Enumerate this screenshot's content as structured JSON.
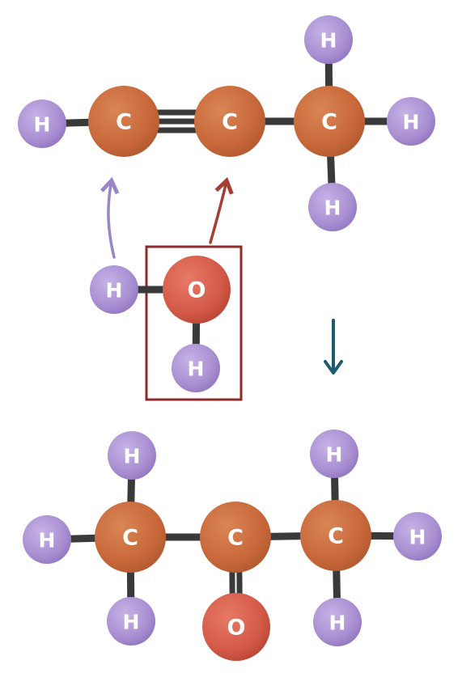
{
  "colors": {
    "carbon": "#c8683b",
    "oxygen": "#d45a48",
    "hydrogen": "#a98fd2",
    "bond": "#3a3a3a",
    "box": "#8e2a2a",
    "arrow_h": "#9a86c6",
    "arrow_o": "#a53d34",
    "reaction_arrow": "#1e5a73"
  },
  "labels": {
    "carbon": "C",
    "oxygen": "O",
    "hydrogen": "H"
  },
  "propyne": {
    "atoms": [
      {
        "element": "H",
        "name": "propyne-h1"
      },
      {
        "element": "C",
        "name": "propyne-c1"
      },
      {
        "element": "C",
        "name": "propyne-c2"
      },
      {
        "element": "C",
        "name": "propyne-c3"
      },
      {
        "element": "H",
        "name": "propyne-h-top"
      },
      {
        "element": "H",
        "name": "propyne-h-right"
      },
      {
        "element": "H",
        "name": "propyne-h-bottom"
      }
    ],
    "bonds": [
      {
        "from": 0,
        "to": 1,
        "order": 1
      },
      {
        "from": 1,
        "to": 2,
        "order": 3
      },
      {
        "from": 2,
        "to": 3,
        "order": 1
      },
      {
        "from": 3,
        "to": 4,
        "order": 1
      },
      {
        "from": 3,
        "to": 5,
        "order": 1
      },
      {
        "from": 3,
        "to": 6,
        "order": 1
      }
    ]
  },
  "water": {
    "atoms": [
      {
        "element": "H",
        "name": "water-h-left"
      },
      {
        "element": "O",
        "name": "water-o"
      },
      {
        "element": "H",
        "name": "water-h-bottom"
      }
    ],
    "bonds": [
      {
        "from": 0,
        "to": 1,
        "order": 1
      },
      {
        "from": 1,
        "to": 2,
        "order": 1
      }
    ]
  },
  "acetone": {
    "atoms": [
      {
        "element": "H",
        "name": "acetone-h-left"
      },
      {
        "element": "C",
        "name": "acetone-c1"
      },
      {
        "element": "C",
        "name": "acetone-c2"
      },
      {
        "element": "C",
        "name": "acetone-c3"
      },
      {
        "element": "H",
        "name": "acetone-h-right"
      },
      {
        "element": "H",
        "name": "acetone-h-c1-top"
      },
      {
        "element": "H",
        "name": "acetone-h-c1-bottom"
      },
      {
        "element": "H",
        "name": "acetone-h-c3-top"
      },
      {
        "element": "H",
        "name": "acetone-h-c3-bottom"
      },
      {
        "element": "O",
        "name": "acetone-o"
      }
    ],
    "bonds": [
      {
        "from": 0,
        "to": 1,
        "order": 1
      },
      {
        "from": 1,
        "to": 2,
        "order": 1
      },
      {
        "from": 2,
        "to": 3,
        "order": 1
      },
      {
        "from": 3,
        "to": 4,
        "order": 1
      },
      {
        "from": 1,
        "to": 5,
        "order": 1
      },
      {
        "from": 1,
        "to": 6,
        "order": 1
      },
      {
        "from": 3,
        "to": 7,
        "order": 1
      },
      {
        "from": 3,
        "to": 8,
        "order": 1
      },
      {
        "from": 2,
        "to": 9,
        "order": 2
      }
    ]
  },
  "arrows": [
    {
      "name": "arrow-h-to-c1",
      "color_key": "arrow_h"
    },
    {
      "name": "arrow-oh-to-c2",
      "color_key": "arrow_o"
    }
  ]
}
